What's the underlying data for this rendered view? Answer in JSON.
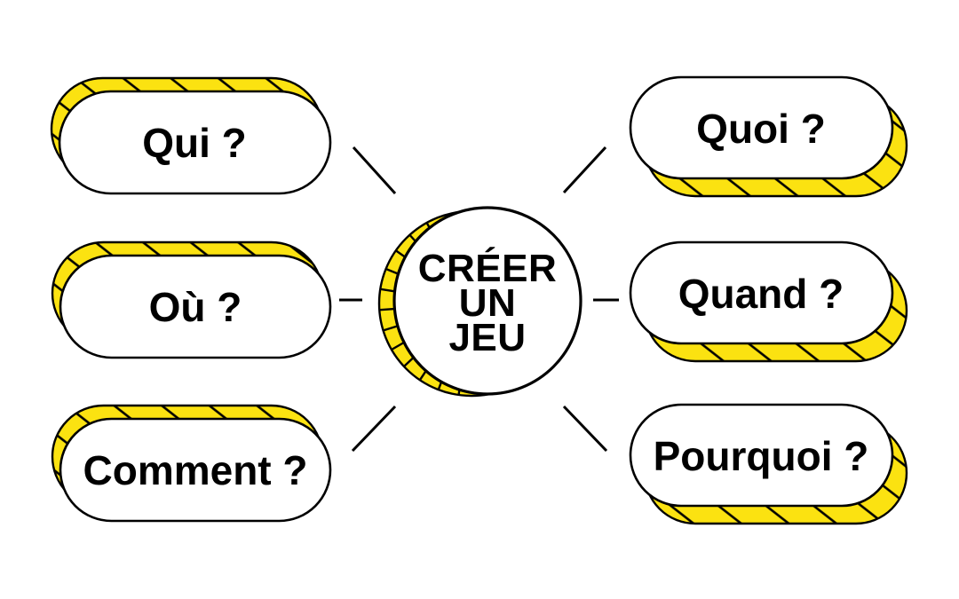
{
  "colors": {
    "yellow": "#FBE211",
    "outline": "#000000",
    "node_fill": "#FFFFFF",
    "background": "#FFFFFF",
    "text": "#000000"
  },
  "center_node": {
    "line1": "CRÉER",
    "line2": "UN",
    "line3": "JEU"
  },
  "nodes": {
    "left": [
      {
        "label": "Qui ?"
      },
      {
        "label": "Où ?"
      },
      {
        "label": "Comment ?"
      }
    ],
    "right": [
      {
        "label": "Quoi ?"
      },
      {
        "label": "Quand ?"
      },
      {
        "label": "Pourquoi ?"
      }
    ]
  }
}
